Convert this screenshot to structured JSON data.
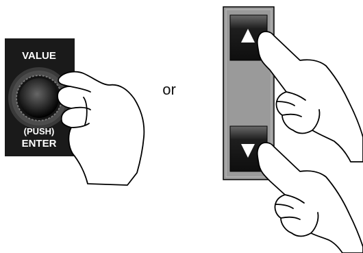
{
  "value_panel": {
    "top_label": "VALUE",
    "push_label": "(PUSH)",
    "enter_label": "ENTER"
  },
  "separator": "or",
  "button_panel": {
    "up_glyph": "▲",
    "down_glyph": "▼"
  },
  "icons": [
    "knob-icon",
    "hand-icon",
    "up-arrow-icon",
    "down-arrow-icon"
  ]
}
